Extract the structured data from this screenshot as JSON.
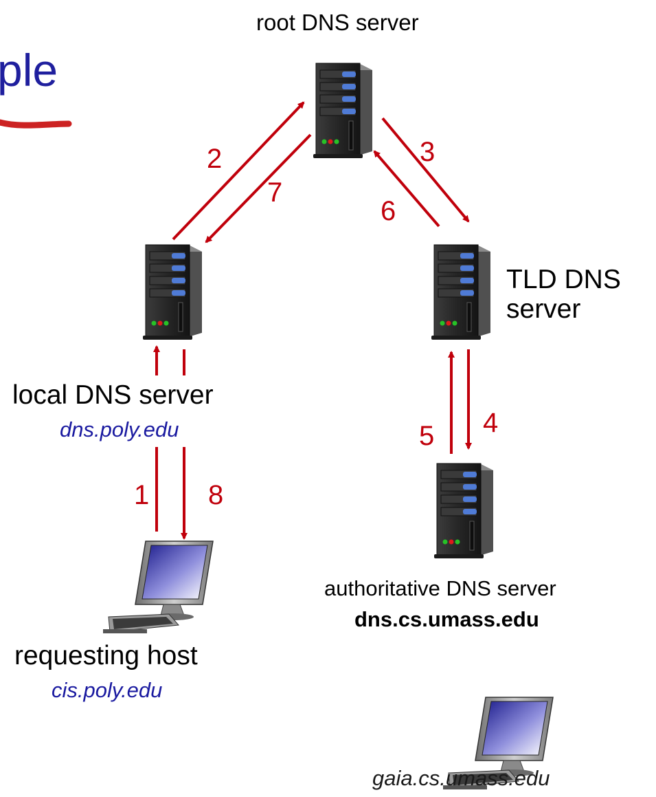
{
  "title_fragment": "ple",
  "colors": {
    "arrow": "#c0000b",
    "title": "#1f1f9e",
    "italic_sub": "#1a1aa0",
    "server_body": "#2a2a2a",
    "drive_blue": "#4f7bd6"
  },
  "nodes": {
    "root": {
      "label": "root DNS server"
    },
    "tld": {
      "label_line1": "TLD DNS",
      "label_line2": "server"
    },
    "local": {
      "label": "local DNS server",
      "host": "dns.poly.edu"
    },
    "auth": {
      "label": "authoritative DNS server",
      "host": "dns.cs.umass.edu"
    },
    "requester": {
      "label": "requesting host",
      "host": "cis.poly.edu"
    },
    "target": {
      "host": "gaia.cs.umass.edu"
    }
  },
  "steps": [
    "1",
    "2",
    "3",
    "4",
    "5",
    "6",
    "7",
    "8"
  ],
  "icons": {
    "server": "server-icon",
    "computer": "desktop-computer-icon"
  }
}
